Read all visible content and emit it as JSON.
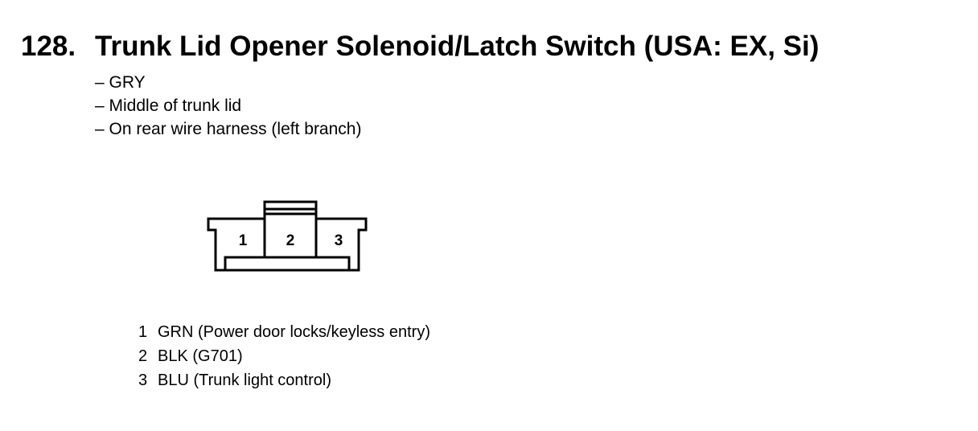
{
  "heading": {
    "number": "128.",
    "title": "Trunk Lid Opener Solenoid/Latch Switch (USA: EX, Si)"
  },
  "details": [
    "– GRY",
    "– Middle of trunk lid",
    "– On rear wire harness (left branch)"
  ],
  "connector": {
    "terminal_labels": [
      "1",
      "2",
      "3"
    ]
  },
  "pins": [
    {
      "number": "1",
      "description": "GRN (Power door locks/keyless entry)"
    },
    {
      "number": "2",
      "description": "BLK (G701)"
    },
    {
      "number": "3",
      "description": "BLU (Trunk light control)"
    }
  ]
}
